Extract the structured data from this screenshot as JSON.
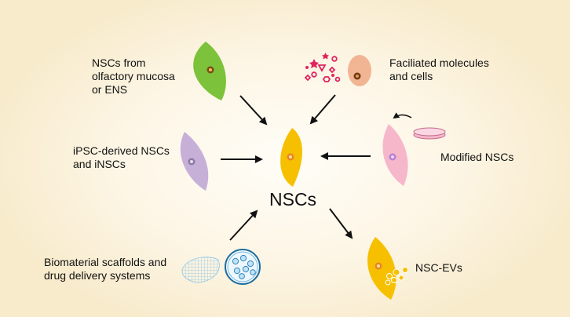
{
  "center": {
    "label": "NSCs"
  },
  "sources": [
    {
      "id": "olfactory",
      "label": "NSCs from\nolfactory mucosa\nor ENS"
    },
    {
      "id": "facilitated",
      "label": "Faciliated molecules\nand cells"
    },
    {
      "id": "ipsc",
      "label": "iPSC-derived NSCs\nand iNSCs"
    },
    {
      "id": "modified",
      "label": "Modified NSCs"
    },
    {
      "id": "biomaterial",
      "label": "Biomaterial scaffolds and\ndrug delivery systems"
    }
  ],
  "output": {
    "label": "NSC-EVs"
  },
  "colors": {
    "central_cell": "#f6c000",
    "olfactory_cell": "#7cc23a",
    "facilitated_cell": "#f2b594",
    "ipsc_cell": "#c7b0d8",
    "modified_cell": "#f6b7cb",
    "ev_cell": "#f6c000",
    "molecules": "#e0245e",
    "scaffold": "#8fc6e8",
    "arrow": "#111111"
  }
}
